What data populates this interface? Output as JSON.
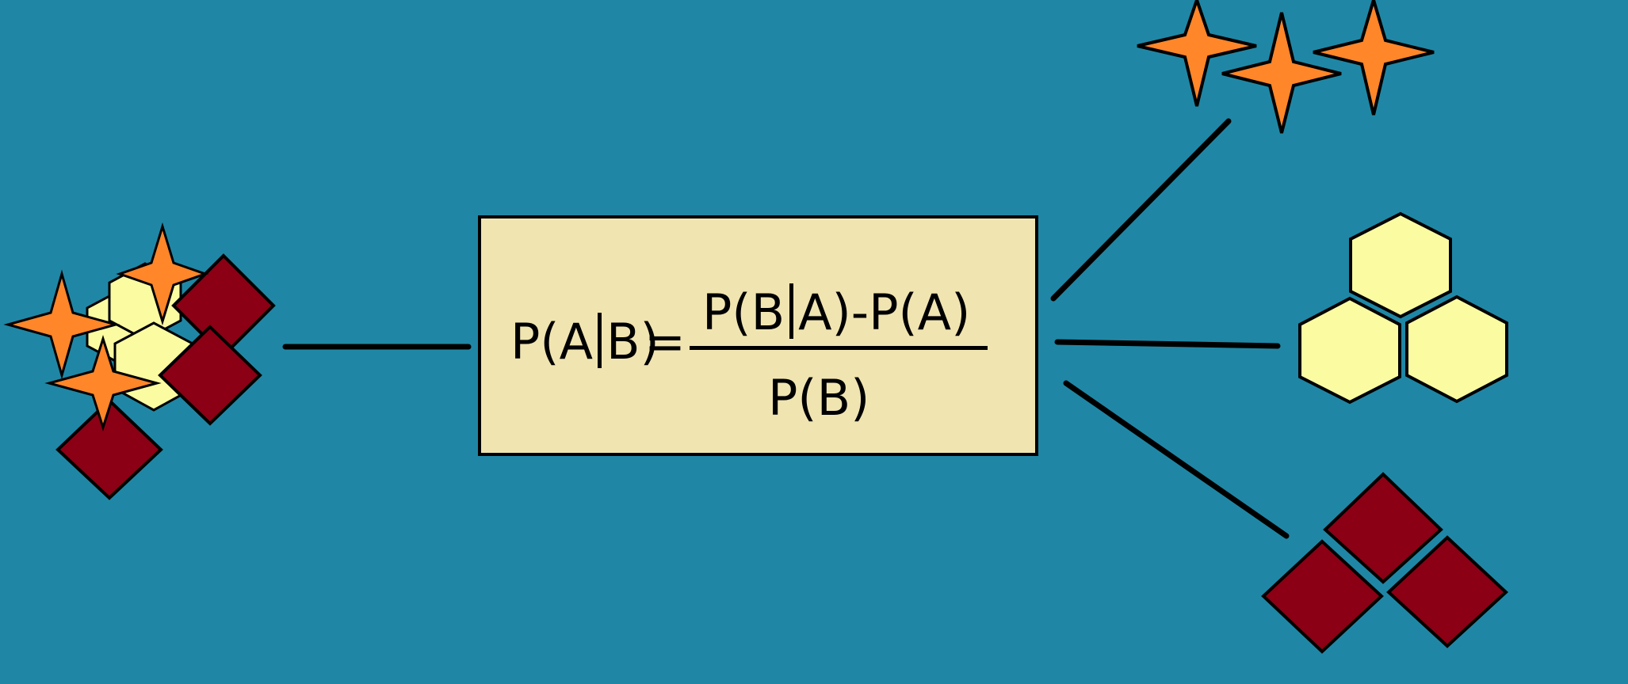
{
  "formula": {
    "lhs_left": "P(A",
    "lhs_right": "B)",
    "equals": "=",
    "numerator_left": "P(B",
    "numerator_right": "A)-P(A)",
    "denominator": "P(B)"
  },
  "colors": {
    "background": "#1f87a5",
    "box_fill": "#f0e4b1",
    "star_fill": "#ff8629",
    "hexagon_fill": "#fbfba2",
    "diamond_fill": "#8b0014",
    "stroke": "#000000"
  },
  "groups": {
    "mixed": {
      "stars": 3,
      "hexagons": 3,
      "diamonds": 3
    },
    "stars": 3,
    "hexagons": 3,
    "diamonds": 3
  }
}
